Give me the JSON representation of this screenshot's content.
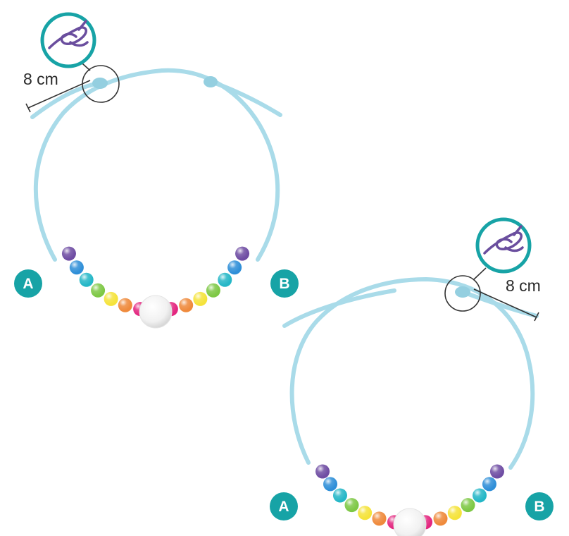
{
  "colors": {
    "cord": "#a9dbe9",
    "badge": "#17a3a6",
    "knot_icon": "#6a4e9e",
    "leader_line": "#333333",
    "pearl": "#f3f3f3"
  },
  "bead_palette": [
    "#6f4da3",
    "#2f8fd8",
    "#25b7c7",
    "#7ec845",
    "#f5e33b",
    "#ef8a3c",
    "#e3267f"
  ],
  "bracelets": [
    {
      "measure_label": "8 cm",
      "badge_left": "A",
      "badge_right": "B",
      "icon": "knot-icon"
    },
    {
      "measure_label": "8 cm",
      "badge_left": "A",
      "badge_right": "B",
      "icon": "knot-icon"
    }
  ]
}
